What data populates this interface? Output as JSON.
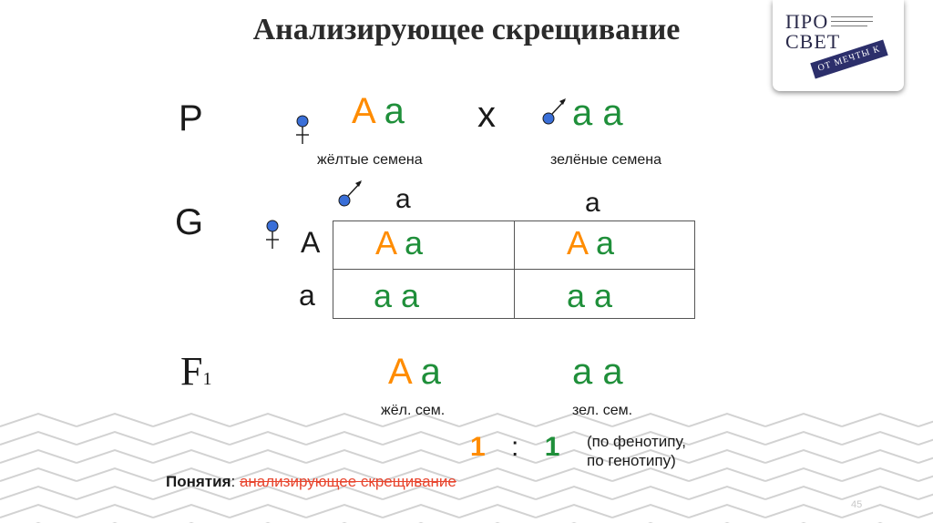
{
  "title": "Анализирующее скрещивание",
  "logo": {
    "line1": "ПРО",
    "line2": "СВЕТ",
    "band": "ОТ МЕЧТЫ К ДЕЛУ"
  },
  "rows": {
    "p": "P",
    "g": "G",
    "f": "F",
    "f_sub": "1"
  },
  "cross_sign": "x",
  "parent_female": {
    "dom": "A",
    "rec": "a",
    "caption": "жёлтые семена"
  },
  "parent_male": {
    "a1": "a",
    "a2": "a",
    "caption": "зелёные семена"
  },
  "gametes_male": [
    "a",
    "a"
  ],
  "gametes_female": [
    "A",
    "a"
  ],
  "punnett": [
    [
      {
        "d": "A",
        "r": "a"
      },
      {
        "d": "A",
        "r": "a"
      }
    ],
    [
      {
        "d": "a",
        "r": "a"
      },
      {
        "d": "a",
        "r": "a"
      }
    ]
  ],
  "offspring": [
    {
      "d": "A",
      "r": "a",
      "caption": "жёл. сем."
    },
    {
      "d": "a",
      "r": "a",
      "caption": "зел. сем."
    }
  ],
  "ratio": {
    "left": "1",
    "sep": ":",
    "right": "1"
  },
  "ratio_note": {
    "line1": "(по фенотипу,",
    "line2": "по генотипу)"
  },
  "notion": {
    "label": "Понятия",
    "colon": ":",
    "link": "анализирующее скрещивание"
  },
  "slide_number": "45",
  "colors": {
    "dominant": "#ff8c00",
    "recessive": "#1f8f3a",
    "symbol": "#3a6fd8"
  }
}
